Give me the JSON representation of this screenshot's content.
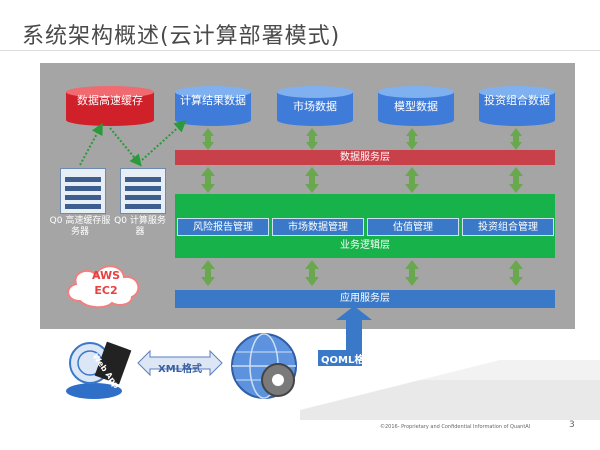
{
  "title": "系统架构概述(云计算部署模式)",
  "cache_db": "数据高速缓存",
  "databases": [
    {
      "label": "计算结果数据"
    },
    {
      "label": "市场数据"
    },
    {
      "label": "模型数据"
    },
    {
      "label": "投资组合数据"
    }
  ],
  "layers": {
    "data_service": "数据服务层",
    "business_logic": "业务逻辑层",
    "app_service": "应用服务层"
  },
  "modules": [
    "风险报告管理",
    "市场数据管理",
    "估值管理",
    "投资组合管理"
  ],
  "servers": [
    {
      "label": "Q0 高速缓存服务器"
    },
    {
      "label": "Q0 计算服务器"
    }
  ],
  "cloud_label": "AWS EC2",
  "web_app_label": "Web App",
  "xml_label": "XML格式",
  "qoml_label": "QOML格式",
  "footer": "©2016- Proprietary and Confidential Information of QuantAI",
  "page_number": "3",
  "colors": {
    "panel": "#a5a5a5",
    "db_blue": "#3f7bd8",
    "cache_red": "#d0202a",
    "data_layer": "#c8404a",
    "logic_layer": "#17b24a",
    "app_layer": "#3a78c8",
    "arrow_green": "#6aa84f"
  }
}
